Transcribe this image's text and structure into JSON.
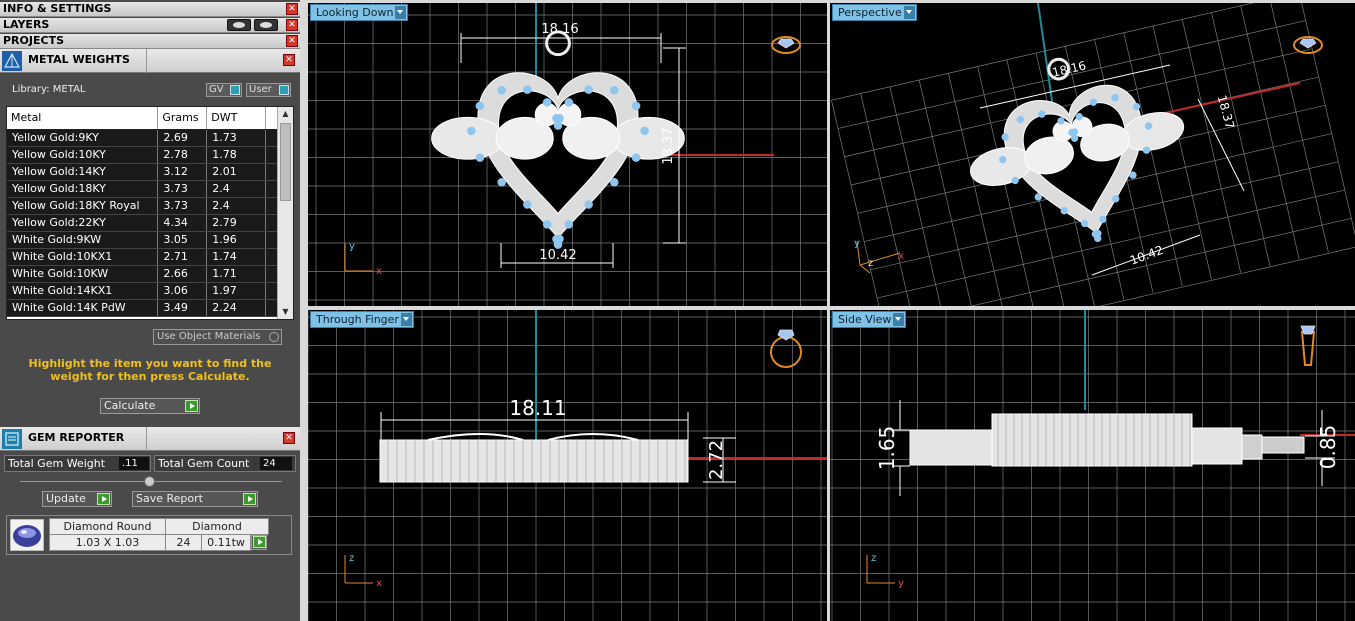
{
  "left_panel": {
    "sections": {
      "info": "INFO & SETTINGS",
      "layers": "LAYERS",
      "projects": "PROJECTS"
    },
    "close_glyph": "✕",
    "metal_weights": {
      "title": "METAL WEIGHTS",
      "library_label": "Library: METAL",
      "gv_label": "GV",
      "user_label": "User",
      "columns": [
        "Metal",
        "Grams",
        "DWT"
      ],
      "rows": [
        [
          "Yellow Gold:9KY",
          "2.69",
          "1.73"
        ],
        [
          "Yellow Gold:10KY",
          "2.78",
          "1.78"
        ],
        [
          "Yellow Gold:14KY",
          "3.12",
          "2.01"
        ],
        [
          "Yellow Gold:18KY",
          "3.73",
          "2.4"
        ],
        [
          "Yellow Gold:18KY Royal",
          "3.73",
          "2.4"
        ],
        [
          "Yellow Gold:22KY",
          "4.34",
          "2.79"
        ],
        [
          "White Gold:9KW",
          "3.05",
          "1.96"
        ],
        [
          "White Gold:10KX1",
          "2.71",
          "1.74"
        ],
        [
          "White Gold:10KW",
          "2.66",
          "1.71"
        ],
        [
          "White Gold:14KX1",
          "3.06",
          "1.97"
        ],
        [
          "White Gold:14K PdW",
          "3.49",
          "2.24"
        ]
      ],
      "use_object_materials": "Use Object Materials",
      "hint": "Highlight the item you want to find the weight for then press Calculate.",
      "calculate_label": "Calculate"
    },
    "gem_reporter": {
      "title": "GEM REPORTER",
      "total_weight_label": "Total Gem Weight",
      "total_weight_value": ".11",
      "total_count_label": "Total Gem Count",
      "total_count_value": "24",
      "update_label": "Update",
      "save_report_label": "Save Report",
      "gem": {
        "shape": "Diamond Round",
        "type": "Diamond",
        "size": "1.03 X 1.03",
        "count": "24",
        "weight": "0.11tw"
      }
    }
  },
  "viewports": {
    "looking_down": {
      "label": "Looking Down",
      "width_dim": "18.16",
      "height_dim": "18.37",
      "bottom_dim": "10.42",
      "axis_a": "y",
      "axis_b": "x"
    },
    "perspective": {
      "label": "Perspective",
      "width_dim": "18.16",
      "height_dim": "18.37",
      "bottom_dim": "10.42",
      "axis_a": "y",
      "axis_b": "x",
      "axis_c": "z"
    },
    "through_finger": {
      "label": "Through Finger",
      "width_dim": "18.11",
      "height_dim": "2.72",
      "axis_a": "z",
      "axis_b": "x"
    },
    "side_view": {
      "label": "Side View",
      "height_dim": "1.65",
      "right_dim": "0.85",
      "axis_a": "z",
      "axis_b": "y"
    }
  },
  "colors": {
    "grid": "#7a7a7a",
    "axis_red": "#c0282a",
    "axis_teal": "#1f8a9a",
    "gem_blue": "#8ec6f0",
    "ring_orange": "#e0892a",
    "tab_blue": "#7fc2e6",
    "hint_yellow": "#f0c020"
  }
}
